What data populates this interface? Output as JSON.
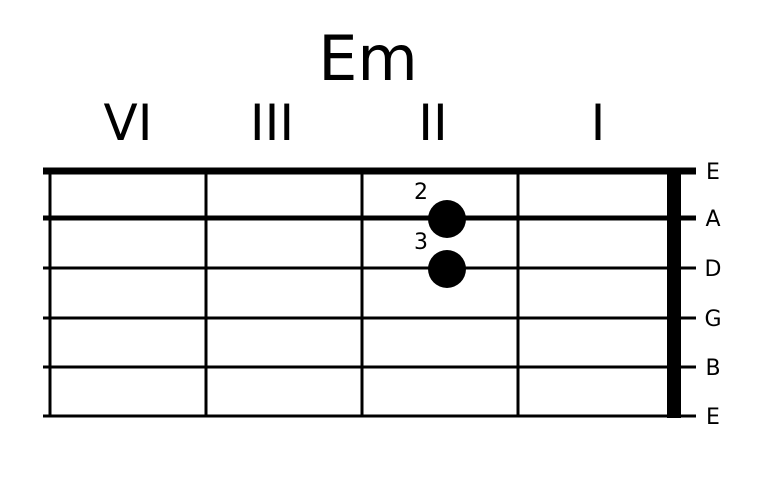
{
  "chord": {
    "name": "Em",
    "position_labels": [
      "VI",
      "III",
      "II",
      "I"
    ],
    "strings": [
      "E",
      "A",
      "D",
      "G",
      "B",
      "E"
    ],
    "dots": [
      {
        "string_index": 1,
        "section_index": 2,
        "finger": "2"
      },
      {
        "string_index": 2,
        "section_index": 2,
        "finger": "3"
      }
    ],
    "colors": {
      "ink": "#000000",
      "background": "#ffffff"
    }
  }
}
